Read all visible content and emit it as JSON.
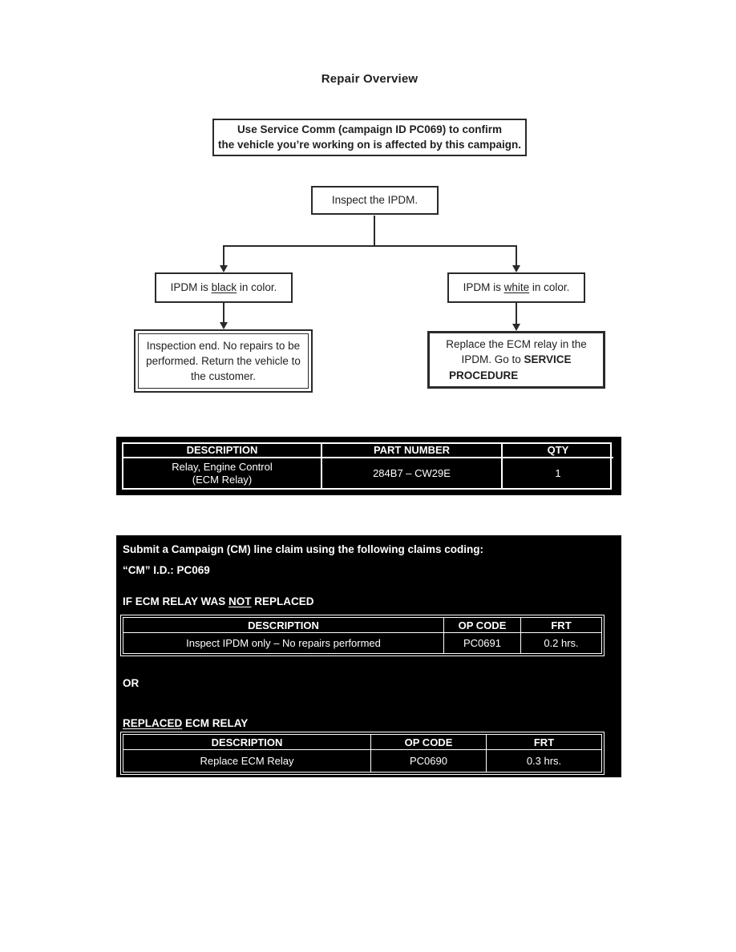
{
  "title": "Repair Overview",
  "flowchart": {
    "confirm_box": {
      "line1": "Use Service Comm (campaign ID PC069) to confirm",
      "line2": "the vehicle you’re working on is affected by this campaign."
    },
    "inspect_box": {
      "text": "Inspect the IPDM."
    },
    "branch_black": {
      "pre": "IPDM is ",
      "underlined": "black",
      "post": " in color."
    },
    "branch_white": {
      "pre": "IPDM is ",
      "underlined": "white",
      "post": " in color."
    },
    "inspection_end_box": {
      "line1": "Inspection end. No repairs to be",
      "line2": "performed. Return the vehicle to",
      "line3": "the customer."
    },
    "replace_box": {
      "line1": "Replace the ECM relay in the",
      "line2_pre": "IPDM. Go to ",
      "line2_bold": "SERVICE",
      "line3_bold": "PROCEDURE"
    }
  },
  "parts_table": {
    "headers": [
      "DESCRIPTION",
      "PART NUMBER",
      "QTY"
    ],
    "row": {
      "description_line1": "Relay, Engine Control",
      "description_line2": "(ECM Relay)",
      "part_number": "284B7 – CW29E",
      "qty": "1"
    }
  },
  "claims": {
    "intro": "Submit a Campaign (CM) line claim using the following claims coding:",
    "cm_id": "“CM” I.D.: PC069",
    "not_replaced_heading": {
      "pre": "IF ECM RELAY WAS ",
      "underlined": "NOT",
      "post": " REPLACED"
    },
    "table_not_replaced": {
      "headers": [
        "DESCRIPTION",
        "OP CODE",
        "FRT"
      ],
      "row": [
        "Inspect IPDM only – No repairs performed",
        "PC0691",
        "0.2 hrs."
      ]
    },
    "or_label": "OR",
    "replaced_heading": {
      "underlined": "REPLACED",
      "post": " ECM RELAY"
    },
    "table_replaced": {
      "headers": [
        "DESCRIPTION",
        "OP CODE",
        "FRT"
      ],
      "row": [
        "Replace ECM Relay",
        "PC0690",
        "0.3 hrs."
      ]
    }
  }
}
